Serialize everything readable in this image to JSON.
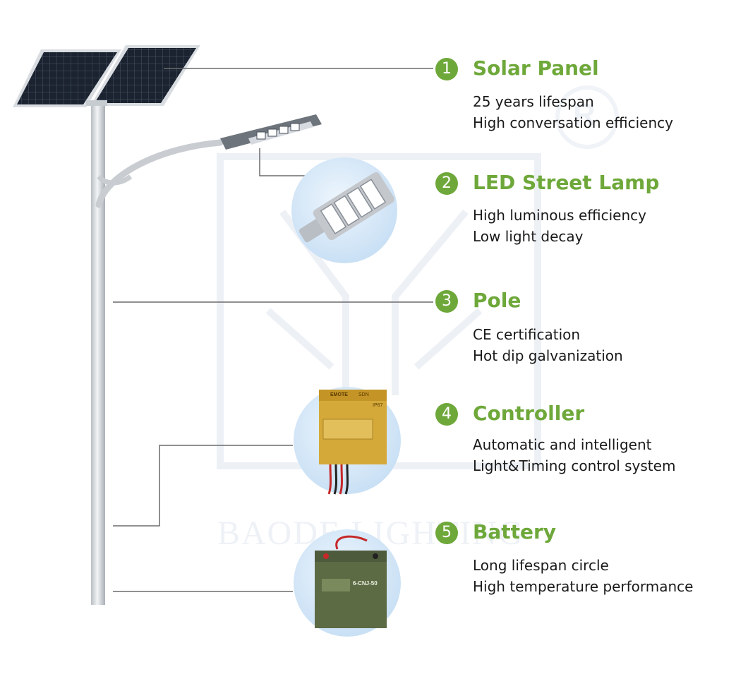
{
  "watermark": {
    "text": "BAODE LIGHTING",
    "mark": "R"
  },
  "items": [
    {
      "number": "1",
      "title": "Solar Panel",
      "lines": [
        "25 years lifespan",
        "High conversation efficiency"
      ]
    },
    {
      "number": "2",
      "title": "LED Street Lamp",
      "lines": [
        "High luminous efficiency",
        "Low light decay"
      ]
    },
    {
      "number": "3",
      "title": "Pole",
      "lines": [
        "CE certification",
        "Hot dip galvanization"
      ]
    },
    {
      "number": "4",
      "title": "Controller",
      "lines": [
        "Automatic and intelligent",
        "Light&Timing control system"
      ]
    },
    {
      "number": "5",
      "title": "Battery",
      "lines": [
        "Long lifespan circle",
        "High temperature performance"
      ]
    }
  ],
  "controller_label": {
    "brand": "EMOTE",
    "model": "SDN",
    "rating": "IP67"
  },
  "battery_label": {
    "model": "6-CNJ-50"
  },
  "colors": {
    "accent": "#6ea83a",
    "text": "#1a1a1a",
    "bubble": "#cfe4f7"
  }
}
